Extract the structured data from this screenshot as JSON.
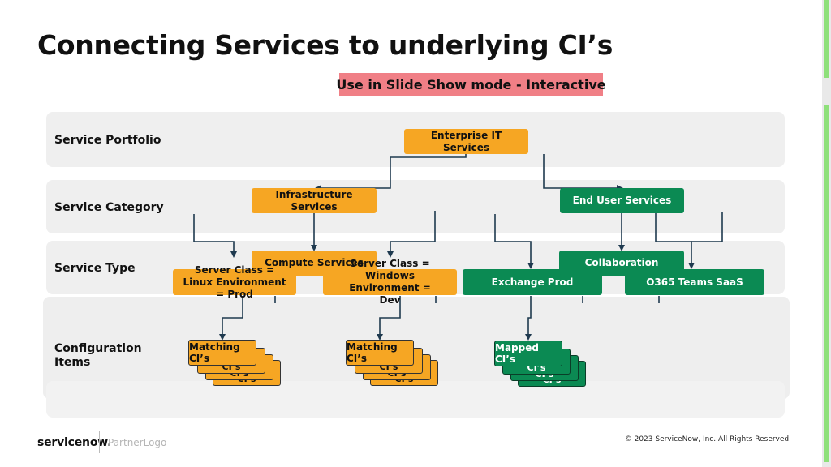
{
  "title": "Connecting Services to underlying CI’s",
  "banner": "Use in Slide Show mode - Interactive",
  "lanes": {
    "portfolio": "Service Portfolio",
    "category": "Service Category",
    "type": "Service Type",
    "ci_line1": "Configuration",
    "ci_line2": "Items"
  },
  "nodes": {
    "enterprise_it": "Enterprise IT Services",
    "infrastructure": "Infrastructure Services",
    "end_user": "End User Services",
    "compute": "Compute Services",
    "linux": "Server Class = Linux Environment = Prod",
    "windows": "Server Class = Windows Environment = Dev",
    "collaboration": "Collaboration",
    "exchange": "Exchange Prod",
    "o365": "O365 Teams SaaS"
  },
  "ci_stacks": {
    "linux_top": "Matching CI’s",
    "windows_top": "Matching CI’s",
    "mapped_top": "Mapped CI’s",
    "back_card": "CI’s"
  },
  "footer": {
    "logo": "servicenow.",
    "partner": "PartnerLogo",
    "copyright": "© 2023 ServiceNow, Inc. All Rights Reserved."
  },
  "colors": {
    "orange": "#f6a623",
    "green": "#0b8a53",
    "banner": "#f07f86",
    "connector": "#1f3a4f"
  }
}
